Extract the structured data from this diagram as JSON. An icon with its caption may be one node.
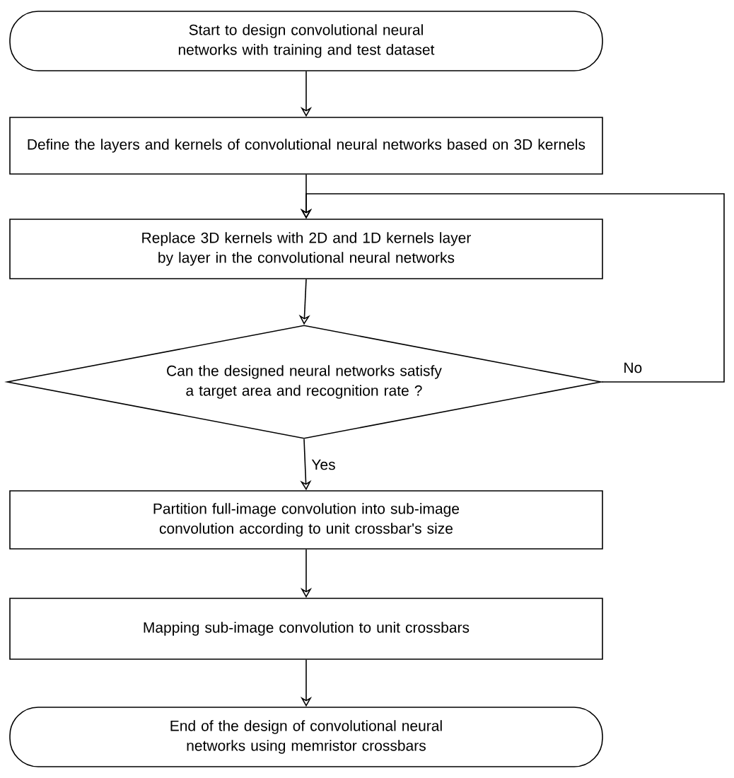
{
  "diagram": {
    "nodes": [
      {
        "text": [
          "Start to design convolutional neural networks with training and test dataset"
        ]
      },
      {
        "text": [
          "Define the layers and kernels of convolutional neural networks based on 3D kernels"
        ]
      },
      {
        "text": [
          "Replace 3D kernels with 2D and 1D kernels layer by layer in the convolutional neural networks"
        ]
      },
      {
        "text": [
          "Can the designed neural networks satisfy a target area and recognition rate ?"
        ]
      },
      {
        "text": [
          "Partition full-image convolution into sub-image convolution according to unit crossbar's size"
        ]
      },
      {
        "text": [
          "Mapping sub-image convolution to unit crossbars"
        ]
      },
      {
        "text": [
          "End of the design of convolutional neural networks using memristor crossbars"
        ]
      }
    ],
    "edges": [
      {
        "from": 0,
        "to": 1,
        "arrow": "to"
      },
      {
        "from": 1,
        "to": 2,
        "arrow": "to"
      },
      {
        "from": 2,
        "to": 3,
        "arrow": "to"
      },
      {
        "from": 3,
        "to": 4,
        "arrow": "to",
        "label": "Yes"
      },
      {
        "from": 3,
        "to": 2,
        "arrow": "to",
        "label": "No"
      },
      {
        "from": 4,
        "to": 5,
        "arrow": "to"
      },
      {
        "from": 5,
        "to": 6,
        "arrow": "to"
      }
    ]
  }
}
